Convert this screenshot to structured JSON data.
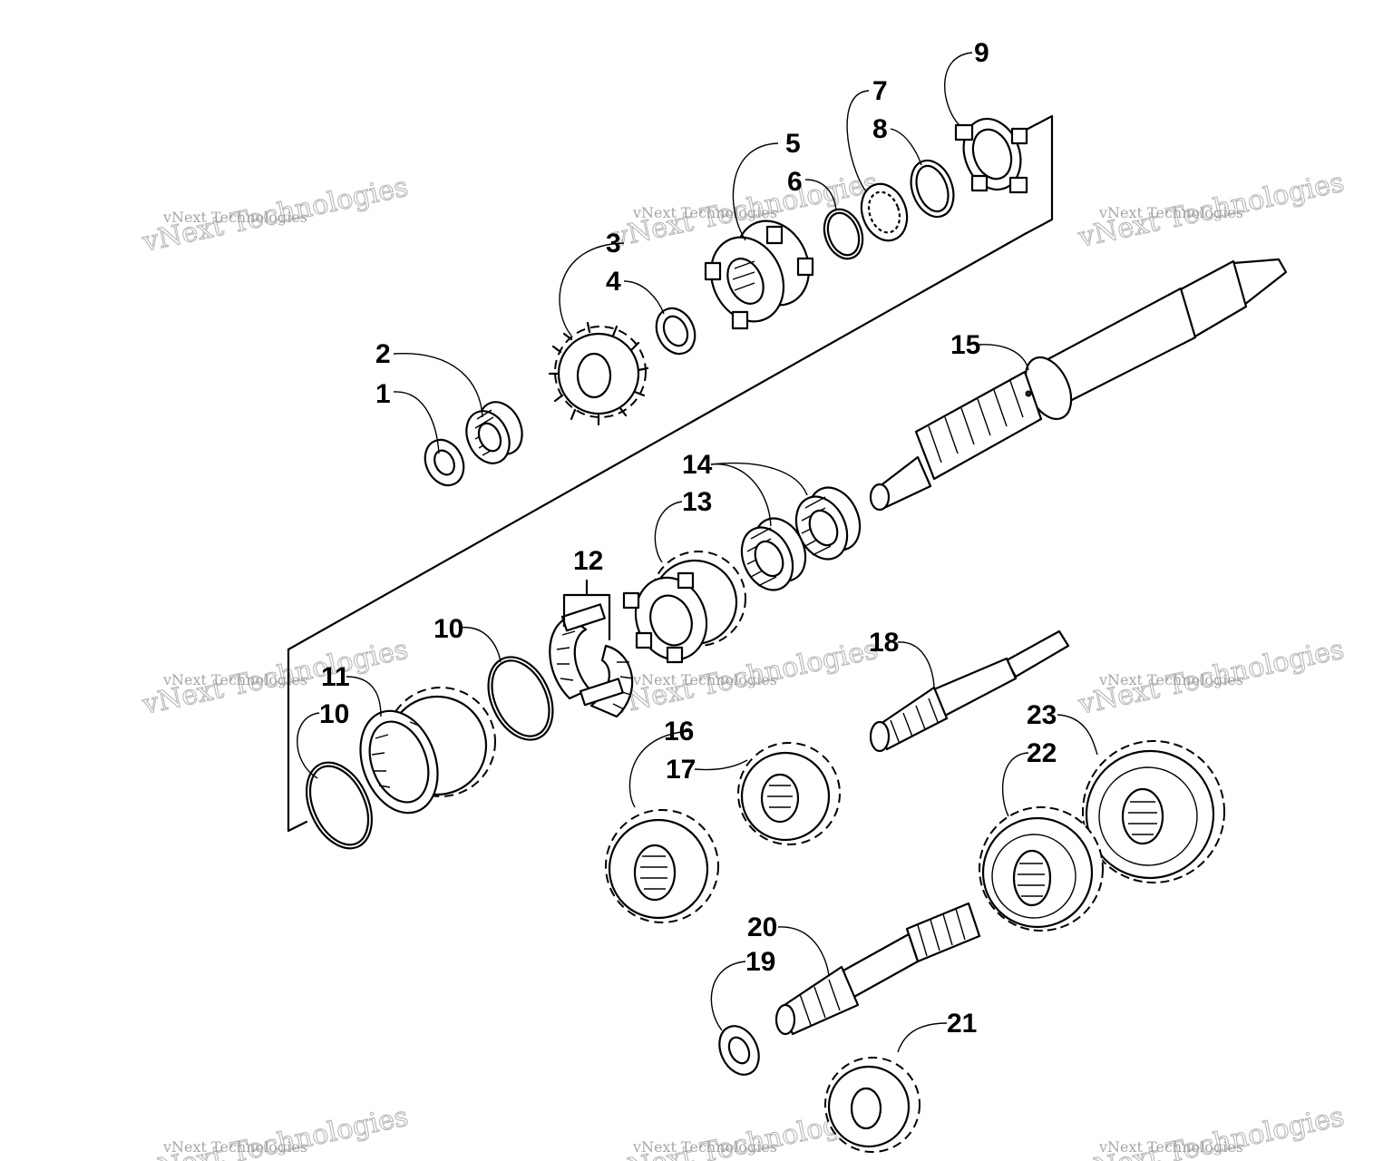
{
  "diagram": {
    "callouts": [
      "1",
      "2",
      "3",
      "4",
      "5",
      "6",
      "7",
      "8",
      "9",
      "10",
      "11",
      "10",
      "12",
      "13",
      "14",
      "15",
      "16",
      "17",
      "18",
      "19",
      "20",
      "21",
      "22",
      "23"
    ],
    "watermark": {
      "line1": "vNext Technologies",
      "line2": "vNext Technologies"
    }
  }
}
